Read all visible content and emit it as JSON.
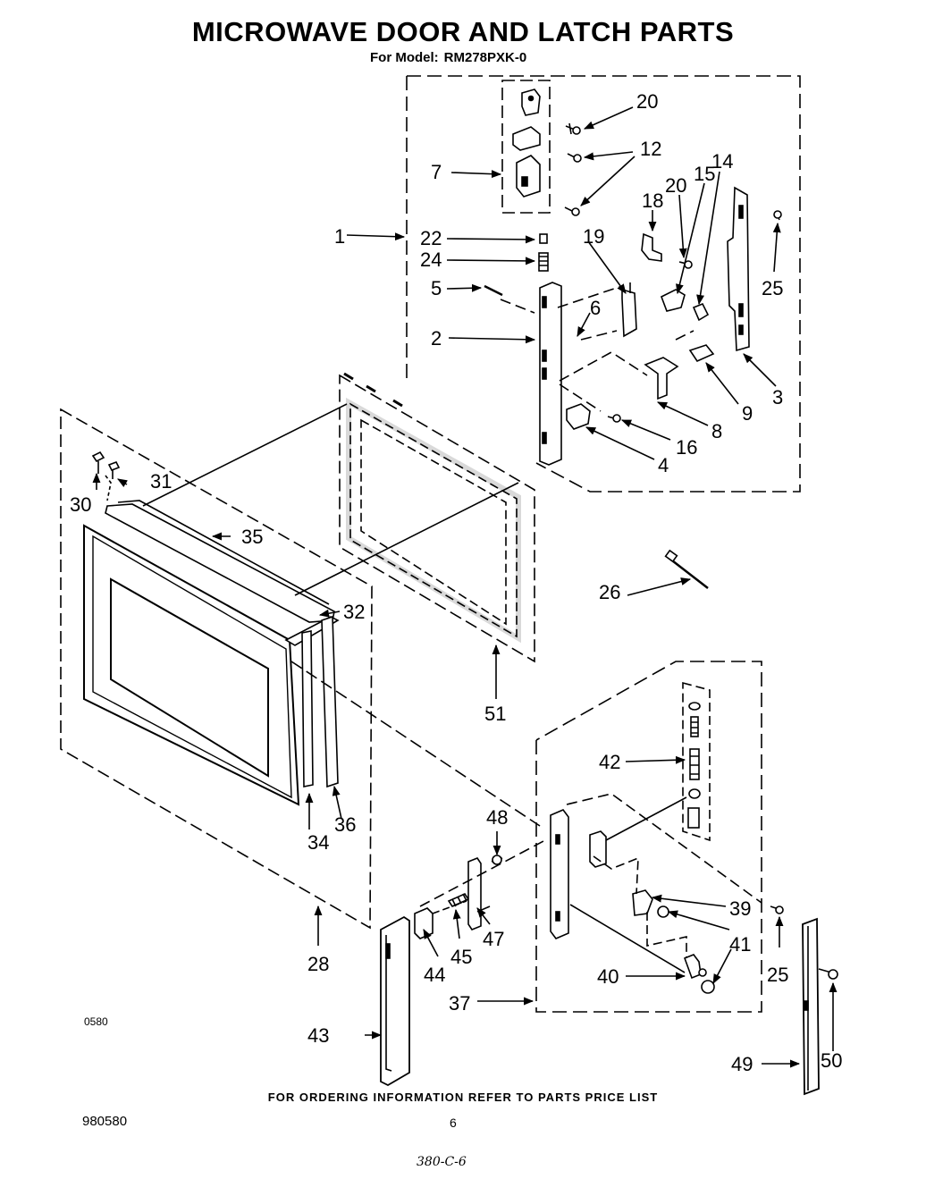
{
  "header": {
    "title": "MICROWAVE DOOR AND LATCH PARTS",
    "model_label": "For Model:",
    "model_value": "RM278PXK-0"
  },
  "footer": {
    "ordering_note": "FOR ORDERING INFORMATION REFER TO PARTS PRICE LIST",
    "small_code": "0580",
    "doc_code": "980580",
    "page_number": "6",
    "handwritten": "380-C-6"
  },
  "callouts": {
    "c1": "1",
    "c2": "2",
    "c3": "3",
    "c4": "4",
    "c5": "5",
    "c6": "6",
    "c7": "7",
    "c8": "8",
    "c9": "9",
    "c12": "12",
    "c14": "14",
    "c15": "15",
    "c16": "16",
    "c18": "18",
    "c19": "19",
    "c20a": "20",
    "c20b": "20",
    "c22": "22",
    "c24": "24",
    "c25a": "25",
    "c25b": "25",
    "c26": "26",
    "c28": "28",
    "c30": "30",
    "c31": "31",
    "c32": "32",
    "c34": "34",
    "c35": "35",
    "c36": "36",
    "c37": "37",
    "c39": "39",
    "c40": "40",
    "c41": "41",
    "c42": "42",
    "c43": "43",
    "c44": "44",
    "c45": "45",
    "c47": "47",
    "c48": "48",
    "c49": "49",
    "c50": "50",
    "c51": "51"
  }
}
